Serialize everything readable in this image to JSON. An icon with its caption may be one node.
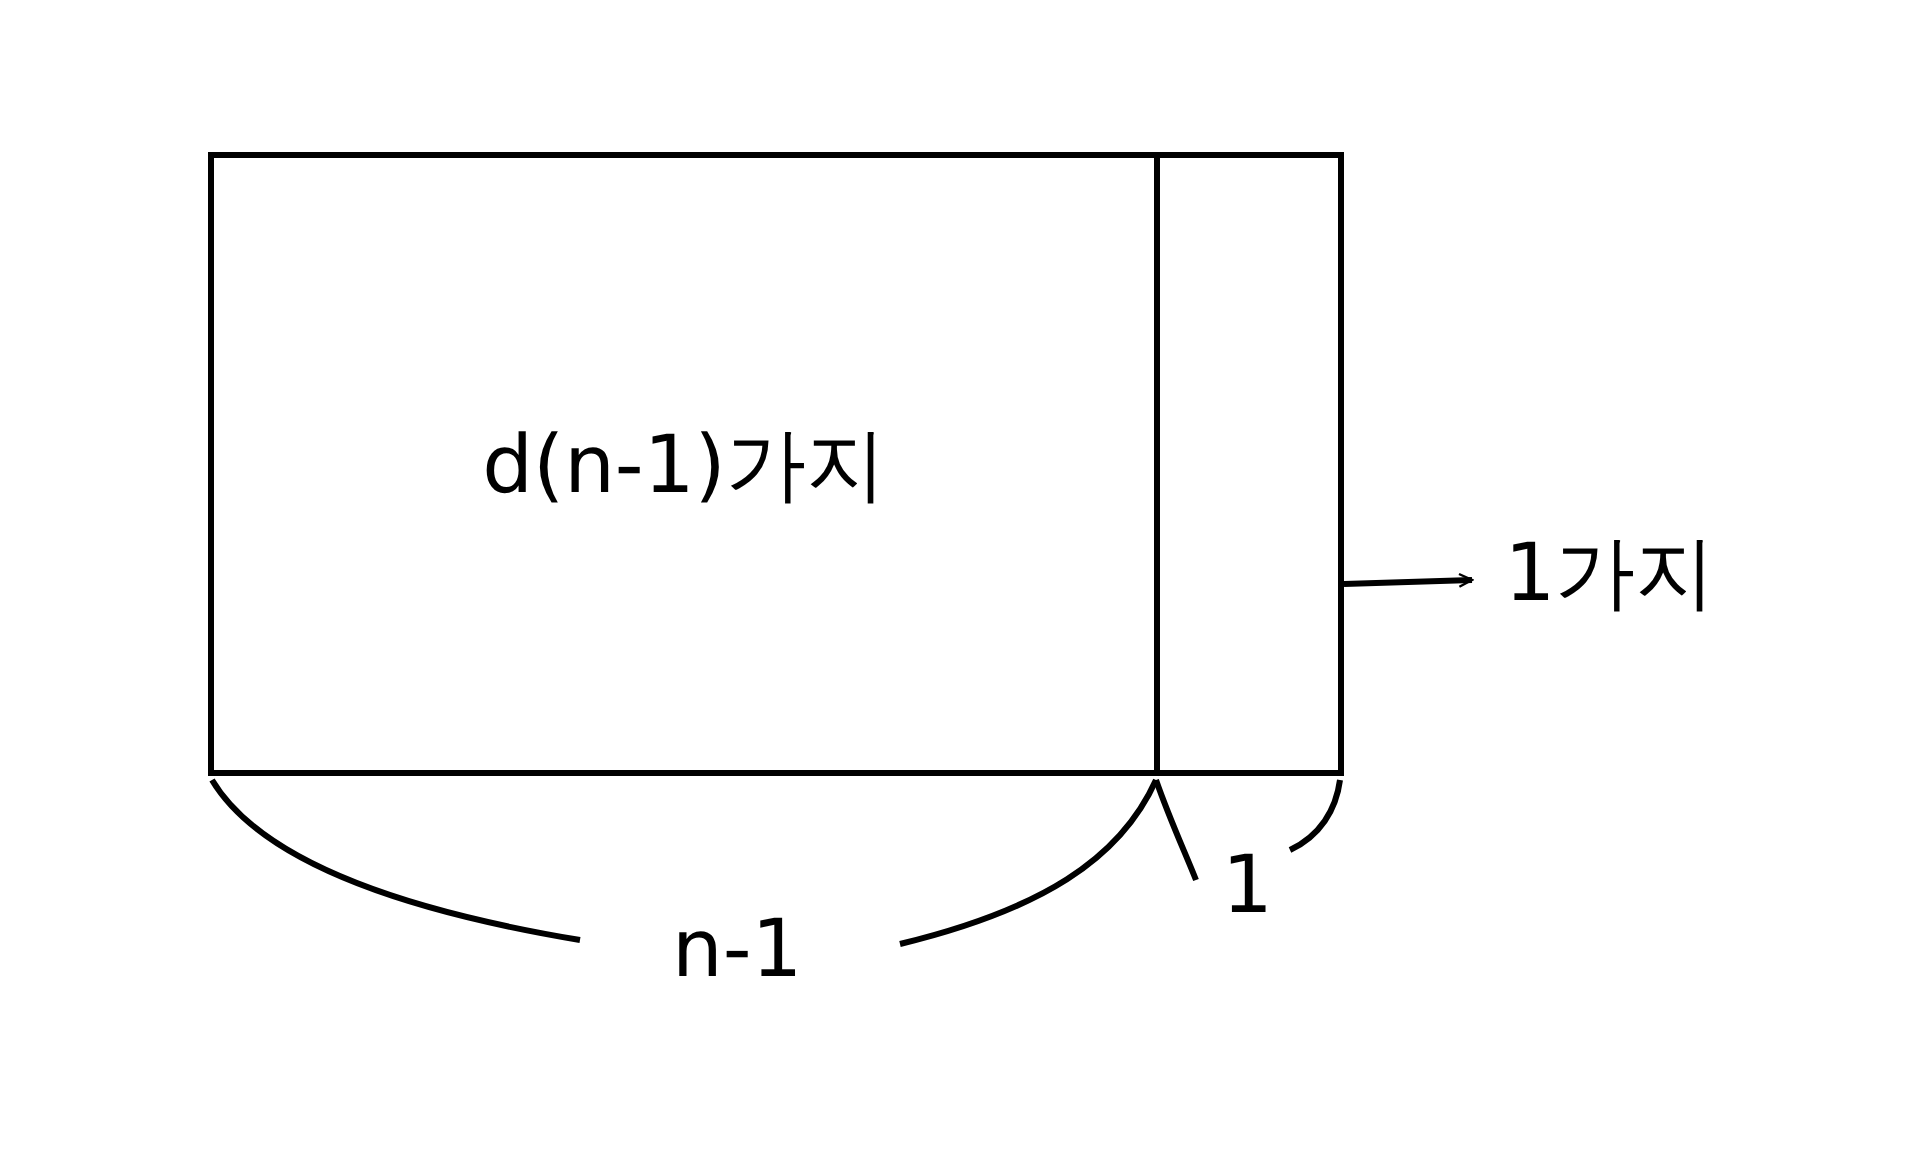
{
  "diagram": {
    "nodes": [
      {
        "text": [
          "d(n-1)가지"
        ]
      },
      {
        "text": [],
        "shape": "box"
      },
      {
        "text": [
          "1가지"
        ]
      }
    ],
    "edges": [
      {
        "from": 1,
        "to": 2,
        "arrow": "to"
      }
    ],
    "labels": [
      "n-1",
      "1"
    ]
  }
}
